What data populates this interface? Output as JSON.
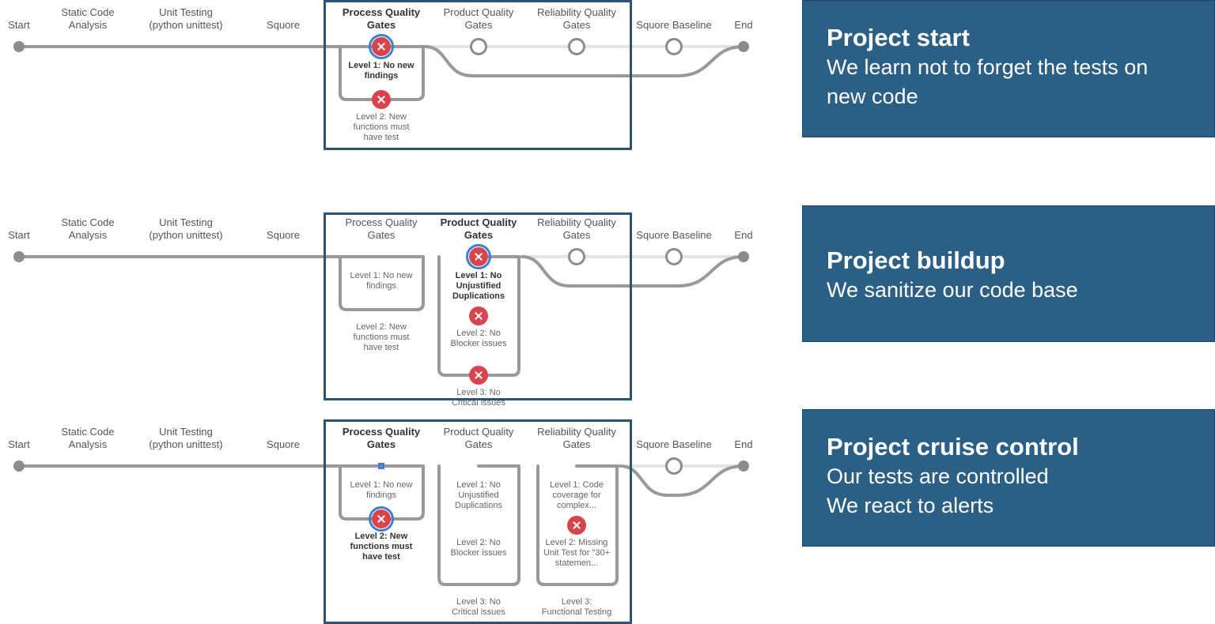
{
  "stages": {
    "start": "Start",
    "static_code": "Static Code\nAnalysis",
    "unit_testing": "Unit Testing\n(python unittest)",
    "squore": "Squore",
    "process": "Process Quality\nGates",
    "product": "Product Quality\nGates",
    "reliability": "Reliability Quality\nGates",
    "baseline": "Squore Baseline",
    "end": "End"
  },
  "sublabels": {
    "no_new_findings": "Level 1: No new\nfindings",
    "new_functions_test": "Level 2: New\nfunctions must\nhave test",
    "no_unjustified_dup": "Level 1: No\nUnjustified\nDuplications",
    "no_blocker": "Level 2: No\nBlocker issues",
    "no_critical": "Level 3: No\nCritical issues",
    "code_coverage": "Level 1: Code\ncoverage for\ncomplex...",
    "missing_unit_test": "Level 2: Missing\nUnit Test for \"30+\nstatemen...",
    "functional_testing": "Level 3:\nFunctional Testing"
  },
  "panels": [
    {
      "title": "Project start",
      "lines": [
        "We learn not to forget the tests on",
        "new code"
      ]
    },
    {
      "title": "Project buildup",
      "lines": [
        "We sanitize our code base"
      ]
    },
    {
      "title": "Project cruise control",
      "lines": [
        "Our tests are controlled",
        "We react to alerts"
      ]
    }
  ],
  "colors": {
    "pass": "#7dc242",
    "fail": "#d9434b",
    "active_ring": "#3b7fd6",
    "frame": "#2b5277",
    "panel": "#2b5f86",
    "line": "#999999"
  },
  "icons": {
    "pass": "check-icon",
    "fail": "cross-icon",
    "pending": "empty-circle-icon",
    "end": "filled-dot-icon"
  },
  "pipelines": [
    {
      "highlight": "process",
      "statuses": {
        "static_code": "pass",
        "unit_testing": "pass",
        "squore": "pass",
        "process": "fail",
        "product": "pending",
        "reliability": "pending",
        "baseline": "pending"
      },
      "subs": [
        {
          "stage": "process",
          "label": "no_new_findings",
          "status": "none",
          "bold": true
        },
        {
          "stage": "process",
          "label": "new_functions_test",
          "status": "fail",
          "bold": false
        }
      ]
    },
    {
      "highlight": "product",
      "statuses": {
        "static_code": "pass",
        "unit_testing": "pass",
        "squore": "pass",
        "process": "pass",
        "product": "fail",
        "reliability": "pending",
        "baseline": "pending"
      },
      "subs": [
        {
          "stage": "process",
          "label": "no_new_findings",
          "status": "none",
          "bold": false
        },
        {
          "stage": "process",
          "label": "new_functions_test",
          "status": "pass",
          "bold": false
        },
        {
          "stage": "product",
          "label": "no_unjustified_dup",
          "status": "none",
          "bold": true
        },
        {
          "stage": "product",
          "label": "no_blocker",
          "status": "fail",
          "bold": false
        },
        {
          "stage": "product",
          "label": "no_critical",
          "status": "fail",
          "bold": false
        }
      ]
    },
    {
      "highlight": "process",
      "statuses": {
        "static_code": "pass",
        "unit_testing": "pass",
        "squore": "pass",
        "process": "pass",
        "product": "pass",
        "reliability": "pass",
        "baseline": "pending"
      },
      "subs": [
        {
          "stage": "process",
          "label": "no_new_findings",
          "status": "none",
          "bold": false
        },
        {
          "stage": "process",
          "label": "new_functions_test",
          "status": "fail",
          "bold": true
        },
        {
          "stage": "product",
          "label": "no_unjustified_dup",
          "status": "none",
          "bold": false
        },
        {
          "stage": "product",
          "label": "no_blocker",
          "status": "pass",
          "bold": false
        },
        {
          "stage": "product",
          "label": "no_critical",
          "status": "pass",
          "bold": false
        },
        {
          "stage": "reliability",
          "label": "code_coverage",
          "status": "none",
          "bold": false
        },
        {
          "stage": "reliability",
          "label": "missing_unit_test",
          "status": "fail",
          "bold": false
        },
        {
          "stage": "reliability",
          "label": "functional_testing",
          "status": "pass",
          "bold": false
        }
      ]
    }
  ]
}
